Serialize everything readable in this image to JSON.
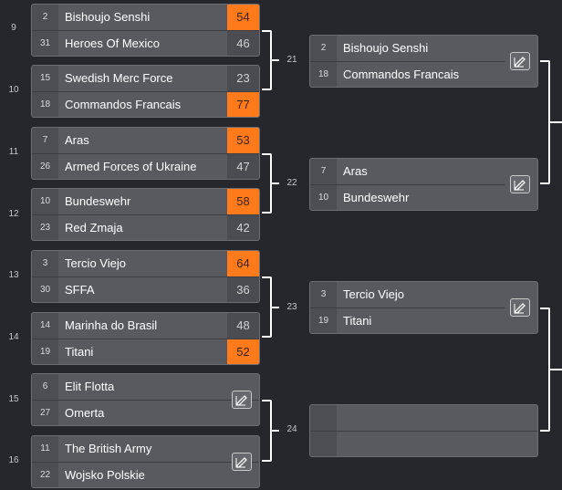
{
  "round1": [
    {
      "num": "9",
      "teams": [
        {
          "seed": "2",
          "name": "Bishoujo Senshi",
          "score": "54",
          "win": true
        },
        {
          "seed": "31",
          "name": "Heroes Of Mexico",
          "score": "46",
          "win": false
        }
      ]
    },
    {
      "num": "10",
      "teams": [
        {
          "seed": "15",
          "name": "Swedish Merc Force",
          "score": "23",
          "win": false
        },
        {
          "seed": "18",
          "name": "Commandos Francais",
          "score": "77",
          "win": true
        }
      ]
    },
    {
      "num": "11",
      "teams": [
        {
          "seed": "7",
          "name": "Aras",
          "score": "53",
          "win": true
        },
        {
          "seed": "26",
          "name": "Armed Forces of Ukraine",
          "score": "47",
          "win": false
        }
      ]
    },
    {
      "num": "12",
      "teams": [
        {
          "seed": "10",
          "name": "Bundeswehr",
          "score": "58",
          "win": true
        },
        {
          "seed": "23",
          "name": "Red Zmaja",
          "score": "42",
          "win": false
        }
      ]
    },
    {
      "num": "13",
      "teams": [
        {
          "seed": "3",
          "name": "Tercio Viejo",
          "score": "64",
          "win": true
        },
        {
          "seed": "30",
          "name": "SFFA",
          "score": "36",
          "win": false
        }
      ]
    },
    {
      "num": "14",
      "teams": [
        {
          "seed": "14",
          "name": "Marinha do Brasil",
          "score": "48",
          "win": false
        },
        {
          "seed": "19",
          "name": "Titani",
          "score": "52",
          "win": true
        }
      ]
    },
    {
      "num": "15",
      "teams": [
        {
          "seed": "6",
          "name": "Elit Flotta",
          "score": "",
          "win": false
        },
        {
          "seed": "27",
          "name": "Omerta",
          "score": "",
          "win": false
        }
      ]
    },
    {
      "num": "16",
      "teams": [
        {
          "seed": "11",
          "name": "The British Army",
          "score": "",
          "win": false
        },
        {
          "seed": "22",
          "name": "Wojsko Polskie",
          "score": "",
          "win": false
        }
      ]
    }
  ],
  "round2": [
    {
      "num": "21",
      "teams": [
        {
          "seed": "2",
          "name": "Bishoujo Senshi"
        },
        {
          "seed": "18",
          "name": "Commandos Francais"
        }
      ]
    },
    {
      "num": "22",
      "teams": [
        {
          "seed": "7",
          "name": "Aras"
        },
        {
          "seed": "10",
          "name": "Bundeswehr"
        }
      ]
    },
    {
      "num": "23",
      "teams": [
        {
          "seed": "3",
          "name": "Tercio Viejo"
        },
        {
          "seed": "19",
          "name": "Titani"
        }
      ]
    },
    {
      "num": "24",
      "teams": [
        {
          "seed": "",
          "name": ""
        },
        {
          "seed": "",
          "name": ""
        }
      ]
    }
  ],
  "colors": {
    "winner": "#ff7a1a",
    "background": "#26272d"
  },
  "icons": {
    "edit": "edit-pencil-icon"
  }
}
